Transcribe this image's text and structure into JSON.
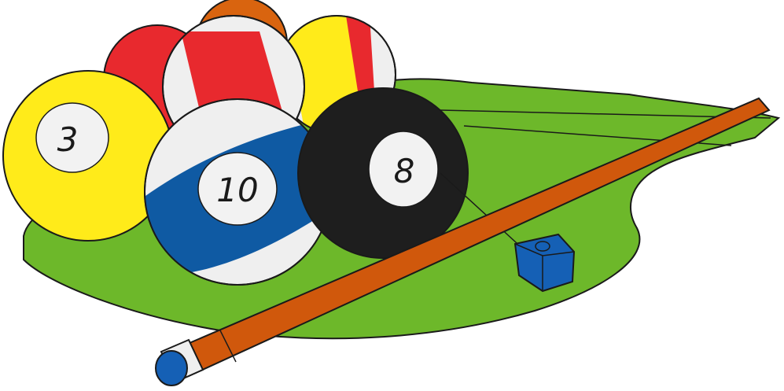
{
  "illustration": {
    "balls": [
      {
        "id": "ball-3",
        "number": "3",
        "color": "#ffeb1a",
        "kind": "solid"
      },
      {
        "id": "ball-10",
        "number": "10",
        "color": "#0f5aa3",
        "kind": "stripe"
      },
      {
        "id": "ball-8",
        "number": "8",
        "color": "#1e1e1e",
        "kind": "solid"
      },
      {
        "id": "ball-red-solid",
        "number": "",
        "color": "#e8292e",
        "kind": "solid"
      },
      {
        "id": "ball-red-stripe",
        "number": "",
        "color": "#e8292e",
        "kind": "stripe"
      },
      {
        "id": "ball-yellow-stripe",
        "number": "",
        "color": "#ffeb1a",
        "kind": "stripe"
      },
      {
        "id": "ball-orange",
        "number": "",
        "color": "#d9640f",
        "kind": "solid"
      }
    ],
    "colors": {
      "felt": "#6db82a",
      "cue_wood": "#d0580c",
      "cue_tip": "#1560b5",
      "chalk": "#1560b5",
      "outline": "#1a1a1a"
    }
  }
}
